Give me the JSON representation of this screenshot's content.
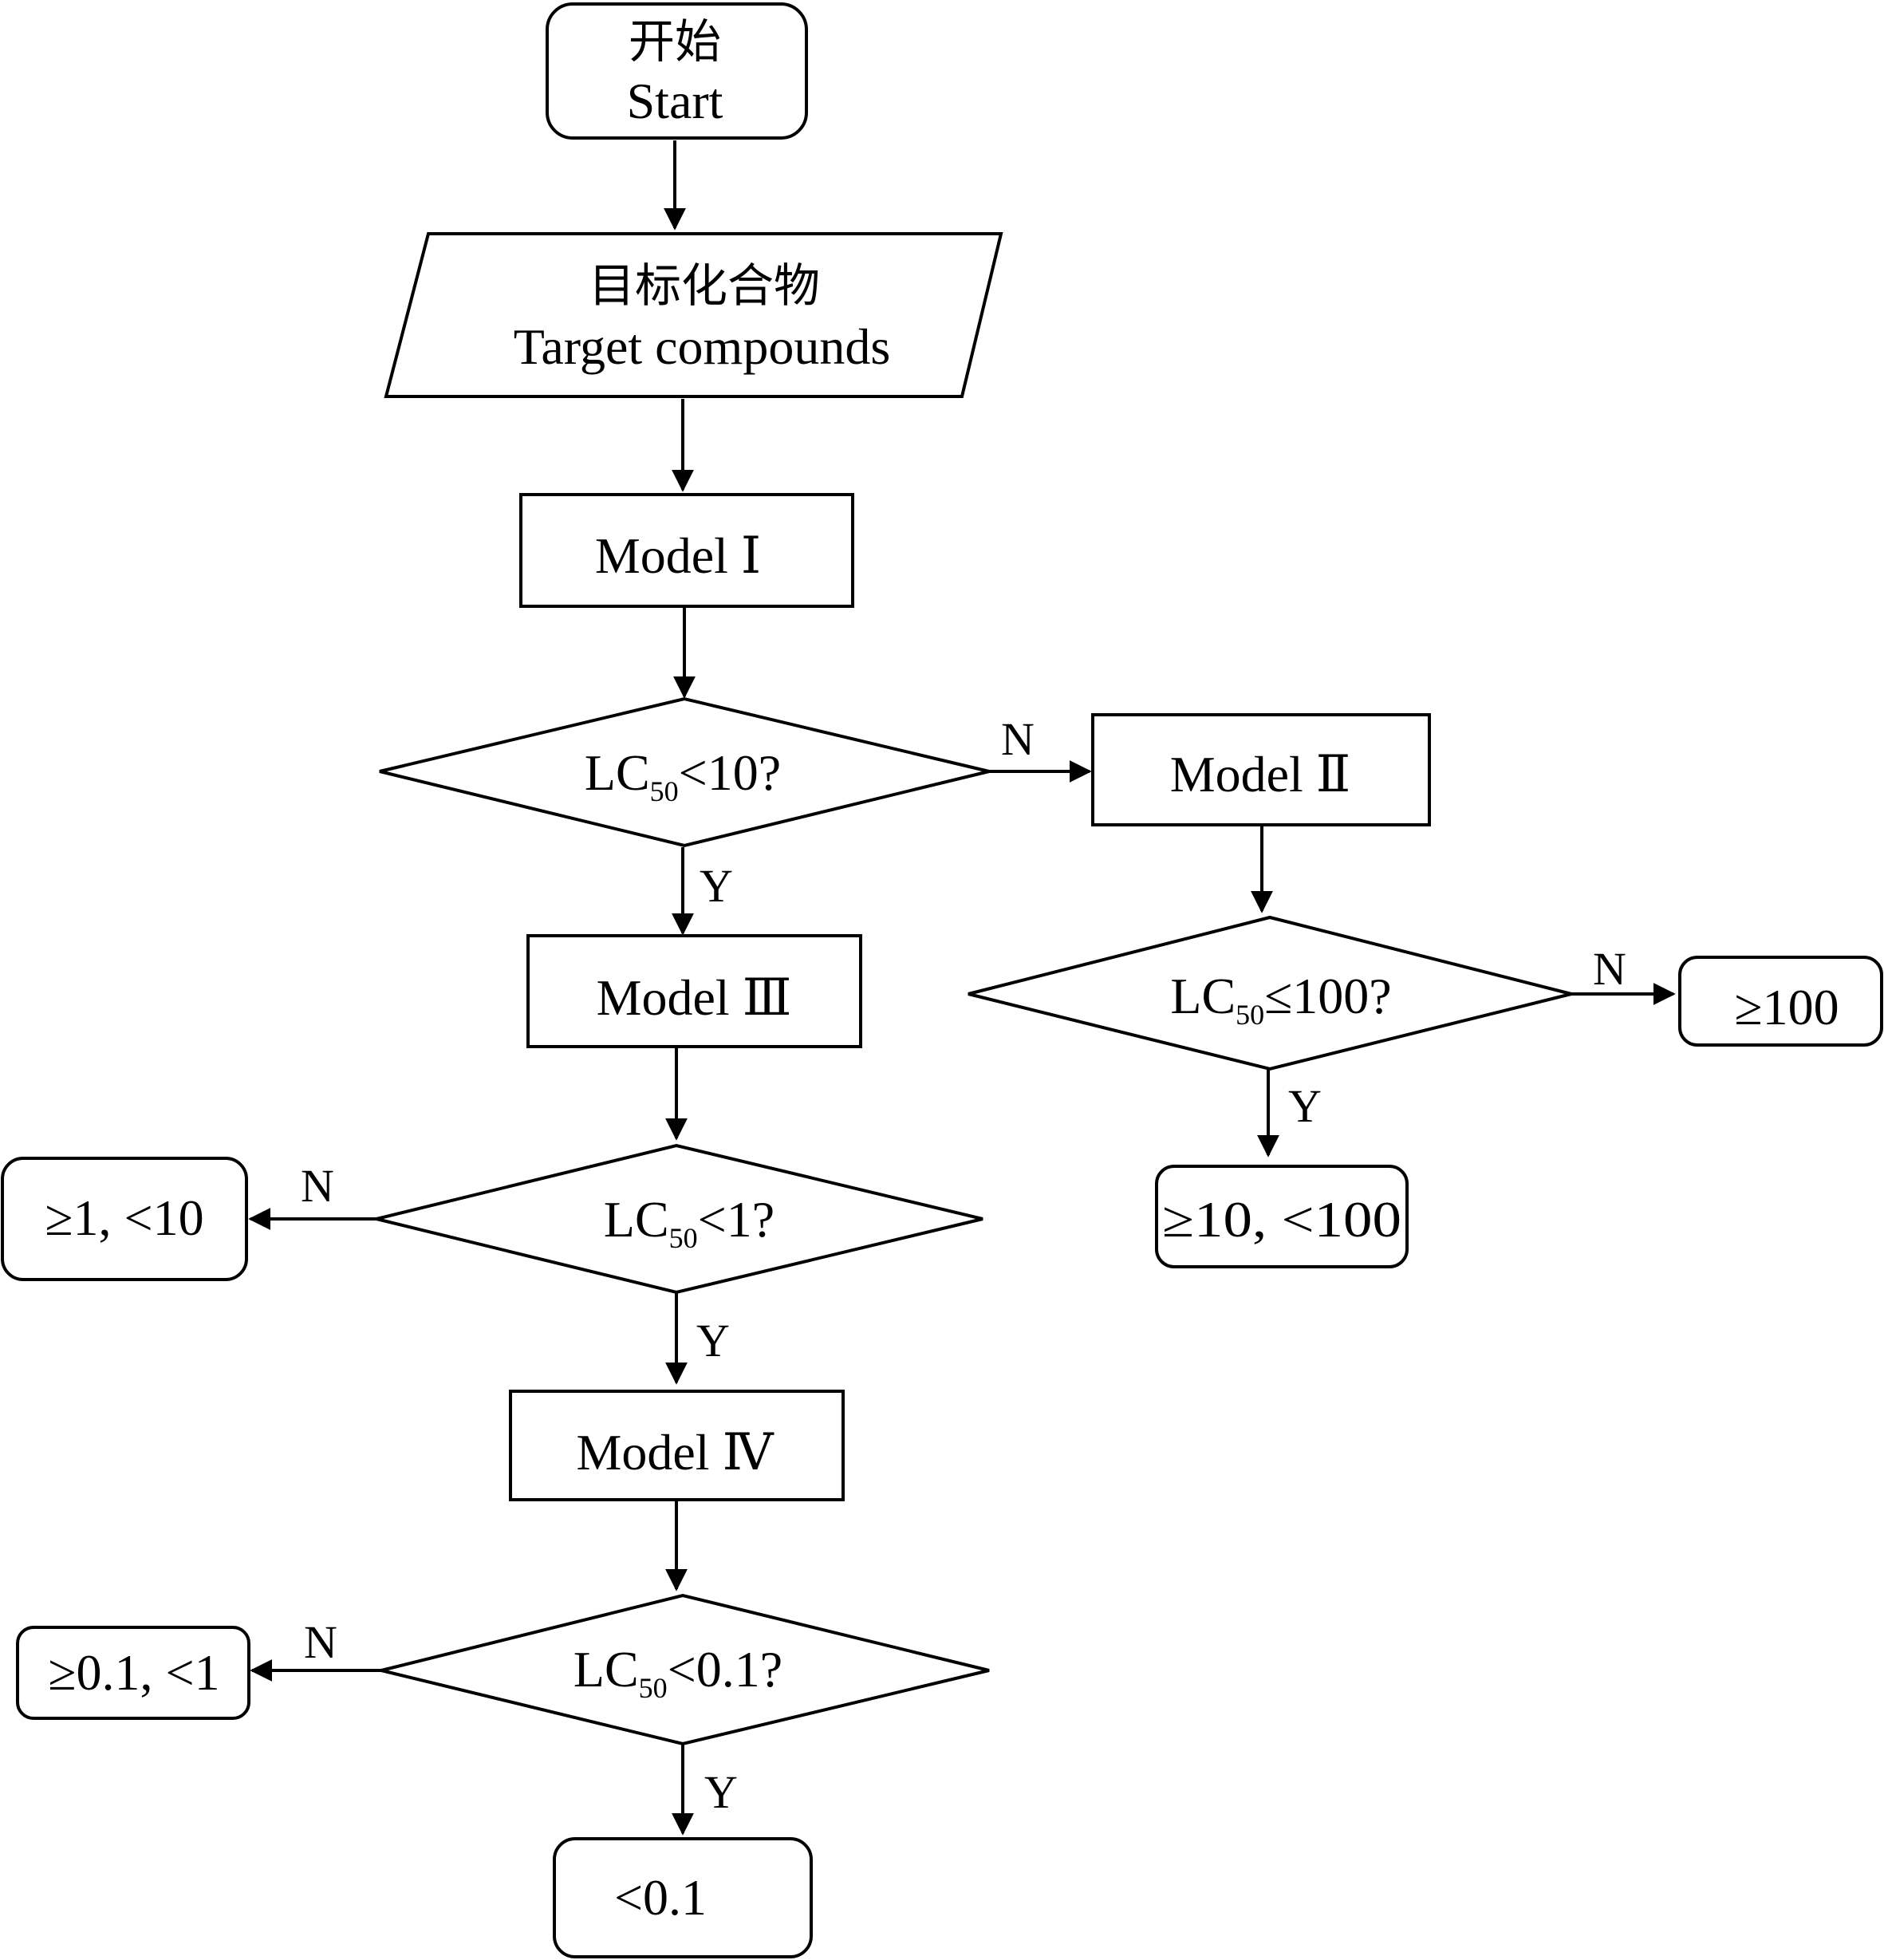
{
  "start": {
    "zh": "开始",
    "en": "Start"
  },
  "input": {
    "zh": "目标化合物",
    "en": "Target compounds"
  },
  "models": {
    "m1": "Model Ⅰ",
    "m2": "Model Ⅱ",
    "m3": "Model Ⅲ",
    "m4": "Model Ⅳ"
  },
  "decisions": {
    "d1": {
      "prefix": "LC",
      "sub": "50",
      "cond": "<10?"
    },
    "d2": {
      "prefix": "LC",
      "sub": "50",
      "cond": "≤100?"
    },
    "d3": {
      "prefix": "LC",
      "sub": "50",
      "cond": "<1?"
    },
    "d4": {
      "prefix": "LC",
      "sub": "50",
      "cond": "<0.1?"
    }
  },
  "outcomes": {
    "ge100": "≥100",
    "r10_100": "≥10, <100",
    "r1_10": "≥1, <10",
    "r01_1": "≥0.1, <1",
    "lt01": "<0.1"
  },
  "branch": {
    "yes": "Y",
    "no": "N"
  }
}
